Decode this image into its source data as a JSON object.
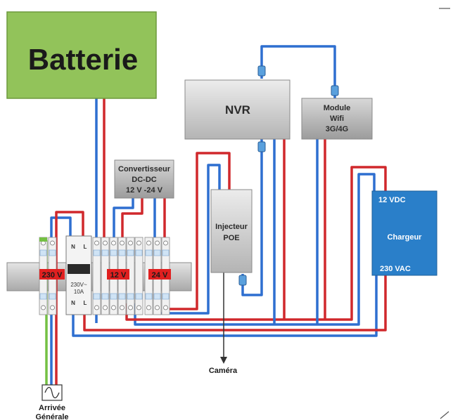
{
  "battery": {
    "label": "Batterie"
  },
  "nvr": {
    "label": "NVR"
  },
  "wifi_module": {
    "line1": "Module",
    "line2": "Wifi",
    "line3": "3G/4G"
  },
  "converter": {
    "line1": "Convertisseur",
    "line2": "DC-DC",
    "line3": "12 V -24 V"
  },
  "poe_injector": {
    "line1": "Injecteur",
    "line2": "POE"
  },
  "charger": {
    "top": "12 VDC",
    "middle": "Chargeur",
    "bottom": "230 VAC"
  },
  "rail": {
    "label_230": "230 V",
    "label_12": "12 V",
    "label_24": "24 V",
    "breaker_line1": "230V~",
    "breaker_line2": "10A",
    "terminal_n": "N",
    "terminal_l": "L"
  },
  "camera": {
    "label": "Caméra"
  },
  "mains": {
    "line1": "Arrivée",
    "line2": "Générale"
  },
  "colors": {
    "positive": "#d0282c",
    "negative": "#2e6fd0",
    "earth": "#74c043",
    "battery": "#92c35a",
    "device": "#c8c8c8",
    "charger": "#2a7fc9"
  }
}
